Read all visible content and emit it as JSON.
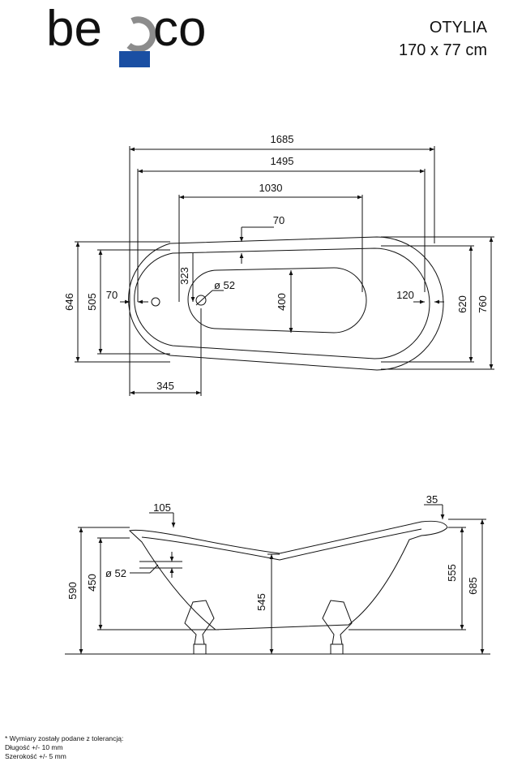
{
  "logo": {
    "text": "be",
    "text2": "co",
    "blue": "#1a4fa3",
    "gray": "#8c8c8c"
  },
  "product": {
    "name": "OTYLIA",
    "size": "170 x 77 cm"
  },
  "top_view": {
    "dims": {
      "total_length": "1685",
      "inner_length": "1495",
      "bottom_length": "1030",
      "rim_top": "70",
      "left_margin": "70",
      "right_margin": "120",
      "drain_offset": "345",
      "height_left_outer": "646",
      "height_left_inner": "505",
      "height_right_inner": "620",
      "height_right_outer": "760",
      "bottom_width": "400",
      "drain_pos": "323",
      "drain_diameter": "ø 52"
    }
  },
  "side_view": {
    "dims": {
      "rim_left": "105",
      "rim_right": "35",
      "height_left_total": "590",
      "height_left_inner": "450",
      "overflow_diameter": "ø 52",
      "inner_depth": "545",
      "height_right_inner": "555",
      "height_right_total": "685"
    }
  },
  "notes": [
    "* Wymiary zostały podane z tolerancją:",
    "Długość +/- 10 mm",
    "Szerokość +/- 5 mm"
  ]
}
